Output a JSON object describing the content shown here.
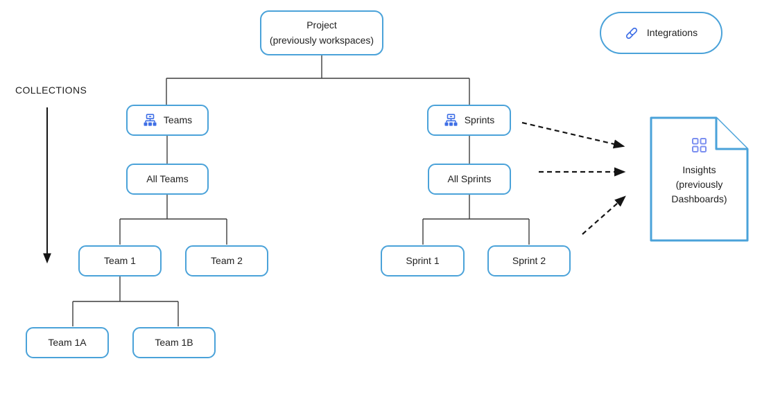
{
  "diagram": {
    "collections": {
      "label": "COLLECTIONS",
      "icon": "down-arrow-icon"
    },
    "nodes": {
      "project": {
        "label": "Project",
        "sublabel": "(previously workspaces)"
      },
      "integrations": {
        "label": "Integrations",
        "icon": "link-icon"
      },
      "teams": {
        "label": "Teams",
        "icon": "org-chart-icon"
      },
      "all_teams": {
        "label": "All Teams"
      },
      "team1": {
        "label": "Team 1"
      },
      "team2": {
        "label": "Team 2"
      },
      "team1a": {
        "label": "Team 1A"
      },
      "team1b": {
        "label": "Team 1B"
      },
      "sprints": {
        "label": "Sprints",
        "icon": "org-chart-icon"
      },
      "all_sprints": {
        "label": "All Sprints"
      },
      "sprint1": {
        "label": "Sprint 1"
      },
      "sprint2": {
        "label": "Sprint 2"
      },
      "insights": {
        "label": "Insights",
        "sublabel": "(previously Dashboards)",
        "icon": "grid-icon",
        "shape": "document"
      }
    },
    "edges": {
      "tree": [
        "Project -> Teams",
        "Project -> Sprints",
        "Teams -> All Teams",
        "All Teams -> Team 1",
        "All Teams -> Team 2",
        "Team 1 -> Team 1A",
        "Team 1 -> Team 1B",
        "Sprints -> All Sprints",
        "All Sprints -> Sprint 1",
        "All Sprints -> Sprint 2"
      ],
      "dashed_arrows": [
        {
          "from": "Sprints",
          "to": "Insights"
        },
        {
          "from": "All Sprints",
          "to": "Insights"
        },
        {
          "from": "Sprint 2",
          "to": "Insights"
        }
      ]
    },
    "colors": {
      "box_border": "#4aa2d9",
      "icon_blue": "#3f6fe6",
      "grid_icon_blue": "#7b8ff0",
      "connector": "#3d3d3d",
      "arrow": "#141414",
      "text": "#202020"
    }
  }
}
